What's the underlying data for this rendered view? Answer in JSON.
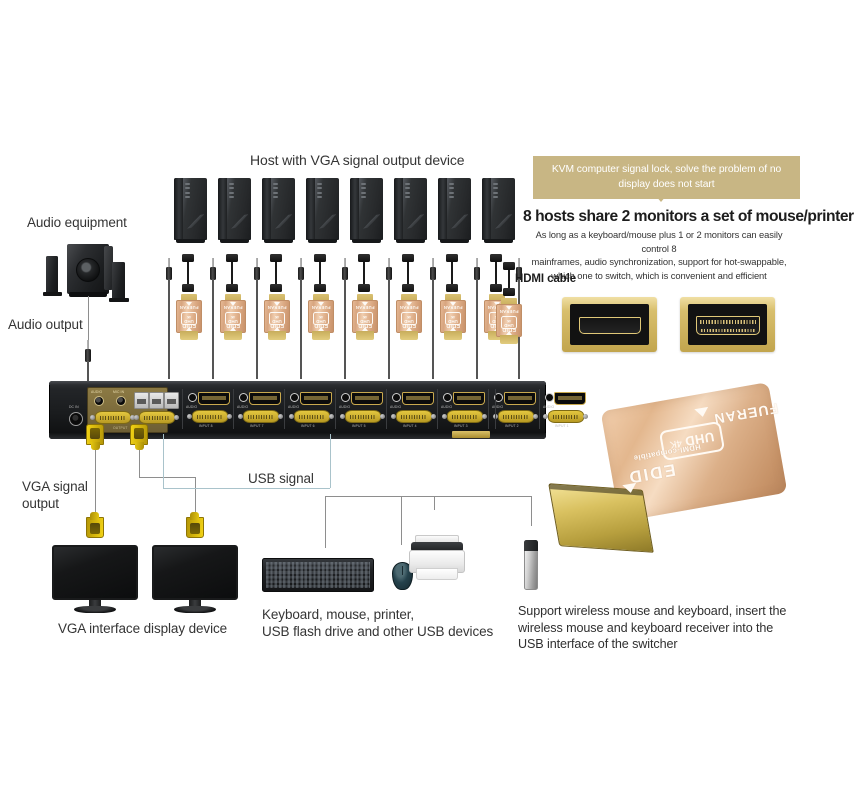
{
  "diagram": {
    "title_host_row": "Host with VGA signal output device",
    "labels": {
      "audio_equipment": "Audio equipment",
      "audio_output": "Audio output",
      "hdmi_cable": "HDMI cable",
      "vga_signal_output": "VGA signal\noutput",
      "usb_signal": "USB signal",
      "vga_display_device": "VGA interface display device",
      "usb_devices": "Keyboard, mouse, printer,\nUSB flash drive and other USB devices"
    }
  },
  "banner": {
    "text": "KVM computer signal lock, solve the problem\nof no display does not start",
    "color": "#c8b684"
  },
  "marketing": {
    "headline": "8 hosts share 2 monitors a set of mouse/printer",
    "body": "As long as a keyboard/mouse plus 1 or 2 monitors can easily control 8\nmainframes, audio synchronization, support for hot-swappable,\nwhich one to switch, which is convenient and efficient",
    "footer": "Support wireless mouse and keyboard, insert the\nwireless mouse and keyboard receiver into the\nUSB interface of the switcher"
  },
  "adapter_product": {
    "brand": "FUERAN",
    "edid": "EDID",
    "resolution": "4K",
    "uhd": "UHD",
    "compat": "HDMI-compatible"
  },
  "kvm_switch": {
    "panel_labels": {
      "dc_in": "DC IN",
      "audio": "AUDIO",
      "mic_in": "MIC IN",
      "output": "OUTPUT"
    },
    "input_ports": [
      "INPUT 8",
      "INPUT 7",
      "INPUT 6",
      "INPUT 5",
      "INPUT 4",
      "INPUT 3",
      "INPUT 2",
      "INPUT 1"
    ],
    "port_audio_label": "AUDIO",
    "usb_port_count": 3,
    "host_count": 8
  },
  "icons": {
    "pc_tower": "pc-tower-icon",
    "monitor": "monitor-icon",
    "keyboard": "keyboard-icon",
    "mouse": "mouse-icon",
    "printer": "printer-icon",
    "usb_flash": "usb-flash-drive-icon",
    "speaker": "speaker-icon",
    "hdmi_port": "hdmi-port-icon",
    "vga_connector": "vga-connector-icon"
  }
}
